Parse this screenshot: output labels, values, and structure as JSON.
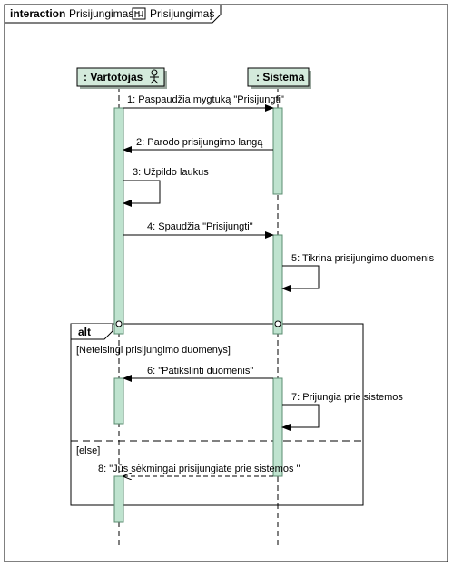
{
  "frame": {
    "keyword": "interaction",
    "name": "Prisijungimas",
    "ref_open": "[",
    "ref_name": "Prisijungimas",
    "ref_close": "]"
  },
  "lifelines": [
    {
      "name": ": Vartotojas",
      "stereotype_icon": "actor-icon"
    },
    {
      "name": ": Sistema"
    }
  ],
  "messages": [
    {
      "label": "1: Paspaudžia mygtuką \"Prisijungti\"",
      "from": 0,
      "to": 1,
      "kind": "sync"
    },
    {
      "label": "2: Parodo prisijungimo langą",
      "from": 1,
      "to": 0,
      "kind": "sync"
    },
    {
      "label": "3: Užpildo laukus",
      "from": 0,
      "to": 0,
      "kind": "self"
    },
    {
      "label": "4: Spaudžia \"Prisijungti\"",
      "from": 0,
      "to": 1,
      "kind": "sync"
    },
    {
      "label": "5: Tikrina prisijungimo duomenis",
      "from": 1,
      "to": 1,
      "kind": "self"
    },
    {
      "label": "6: \"Patikslinti duomenis\"",
      "from": 1,
      "to": 0,
      "kind": "sync"
    },
    {
      "label": "7: Prijungia prie sistemos",
      "from": 1,
      "to": 1,
      "kind": "self"
    },
    {
      "label": "8: \"Jūs sėkmingai prisijungiate prie sistemos \"",
      "from": 1,
      "to": 0,
      "kind": "reply"
    }
  ],
  "fragment": {
    "operator": "alt",
    "operands": [
      {
        "guard": "[Neteisingi prisijungimo duomenys]"
      },
      {
        "guard": "[else]"
      }
    ]
  },
  "colors": {
    "lifeline_head_fill": "#d3eadb",
    "activation_fill": "#bfe3cf",
    "activation_stroke": "#5b8c70",
    "line": "#000000"
  }
}
